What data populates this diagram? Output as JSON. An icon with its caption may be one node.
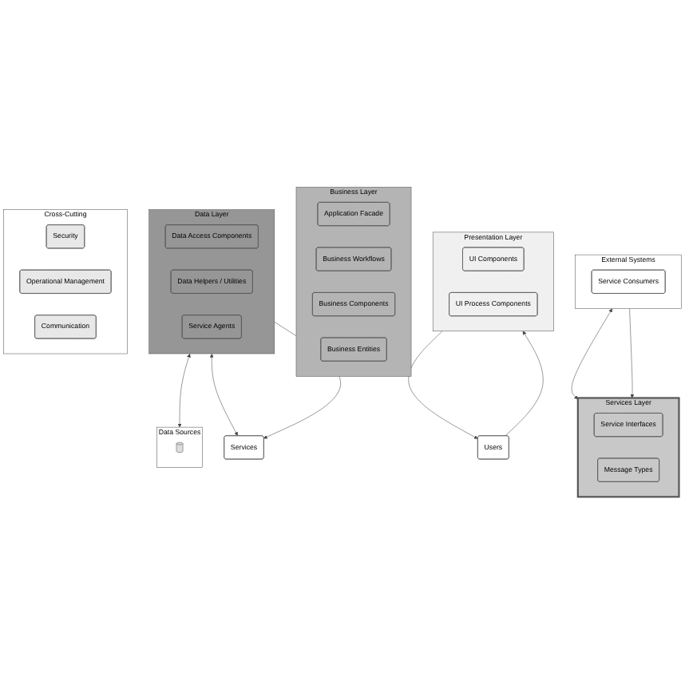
{
  "diagram": {
    "nodes": [
      {
        "text": [
          "Users"
        ]
      },
      {
        "text": [
          "External Systems"
        ]
      },
      {
        "text": [
          "Service Consumers"
        ],
        "in": 1
      },
      {
        "text": [
          "Presentation Layer"
        ]
      },
      {
        "text": [
          "UI Components"
        ],
        "in": 3
      },
      {
        "text": [
          "UI Process Components"
        ],
        "in": 3
      },
      {
        "text": [
          "Services Layer"
        ]
      },
      {
        "text": [
          "Service Interfaces"
        ],
        "in": 6
      },
      {
        "text": [
          "Message Types"
        ],
        "in": 6
      },
      {
        "text": [
          "Business Layer"
        ]
      },
      {
        "text": [
          "Application Facade"
        ],
        "in": 9
      },
      {
        "text": [
          "Business Workflows"
        ],
        "in": 9
      },
      {
        "text": [
          "Business Components"
        ],
        "in": 9
      },
      {
        "text": [
          "Business Entities"
        ],
        "in": 9
      },
      {
        "text": [
          "Data Layer"
        ]
      },
      {
        "text": [
          "Data Access Components"
        ],
        "in": 14
      },
      {
        "text": [
          "Data Helpers / Utilities"
        ],
        "in": 14
      },
      {
        "text": [
          "Service Agents"
        ],
        "in": 14
      },
      {
        "text": [
          "Data Sources"
        ]
      },
      {
        "text": [],
        "shape": "cylinder",
        "in": 18
      },
      {
        "text": [
          "Services"
        ]
      },
      {
        "text": [
          "Cross-Cutting"
        ]
      },
      {
        "text": [
          "Security"
        ],
        "in": 21
      },
      {
        "text": [
          "Operational Management"
        ],
        "in": 21
      },
      {
        "text": [
          "Communication"
        ],
        "in": 21
      }
    ],
    "edges": [
      {
        "from": 3,
        "to": 0,
        "arrow": "to"
      },
      {
        "from": 0,
        "to": 3,
        "arrow": "to"
      },
      {
        "from": 1,
        "to": 6,
        "arrow": "both"
      },
      {
        "from": 1,
        "to": 6,
        "arrow": "to"
      },
      {
        "from": 14,
        "to": 18,
        "arrow": "both"
      },
      {
        "from": 14,
        "to": 20,
        "arrow": "both"
      },
      {
        "from": 14,
        "to": 20,
        "arrow": "to"
      }
    ]
  }
}
